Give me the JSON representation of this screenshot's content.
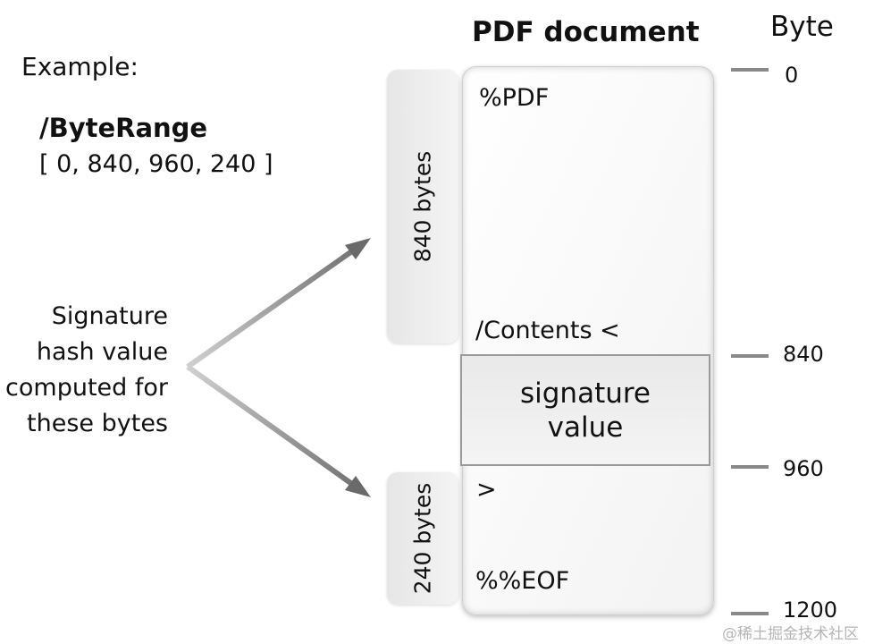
{
  "example": {
    "label": "Example:",
    "byterange_title": "/ByteRange",
    "byterange_values": "[ 0, 840, 960, 240 ]"
  },
  "hash_note": {
    "lines": [
      "Signature",
      "hash value",
      "computed for",
      "these bytes"
    ]
  },
  "document": {
    "title": "PDF document",
    "header_line": "%PDF",
    "contents_line": "/Contents <",
    "signature_label": [
      "signature",
      "value"
    ],
    "close_bracket": ">",
    "eof_line": "%%EOF"
  },
  "byte_axis": {
    "title": "Byte",
    "ticks": [
      "0",
      "840",
      "960",
      "1200"
    ]
  },
  "ranges": {
    "first": "840 bytes",
    "second": "240 bytes"
  },
  "watermark": "@稀土掘金技术社区"
}
